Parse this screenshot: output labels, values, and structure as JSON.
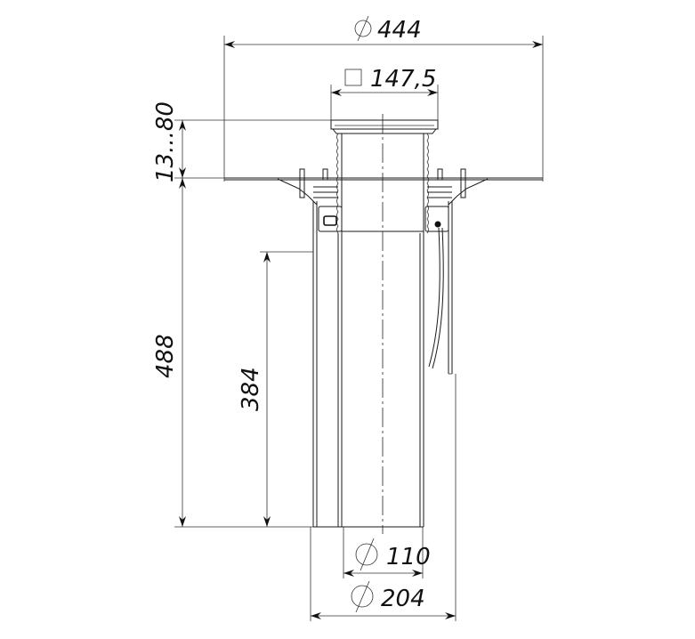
{
  "title": "Roof drain with flange and extension pipe — dimensional drawing",
  "dimensions": {
    "flange_diameter": "444",
    "grate_square": "147,5",
    "height_adjust": "13...80",
    "total_height": "488",
    "pipe_length": "384",
    "pipe_diameter": "110",
    "body_diameter": "204"
  },
  "colors": {
    "line": "#1a1a1a",
    "background": "#ffffff"
  }
}
